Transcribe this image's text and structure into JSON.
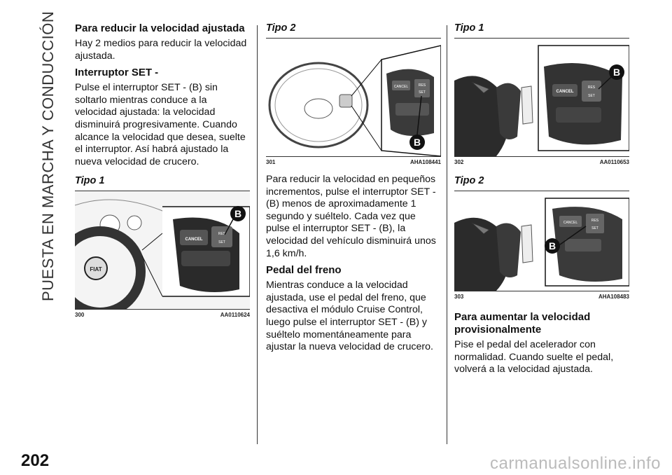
{
  "side_title": "PUESTA EN MARCHA Y CONDUCCIÓN",
  "page_number": "202",
  "watermark": "carmanualsonline.info",
  "col1": {
    "heading": "Para reducir la velocidad ajustada",
    "intro": "Hay 2 medios para reducir la velocidad ajustada.",
    "subheading": "Interruptor SET -",
    "body": "Pulse el interruptor SET - (B) sin soltarlo mientras conduce a la velocidad ajustada: la velocidad disminuirá progresivamente. Cuando alcance la velocidad que desea, suelte el interruptor. Así habrá ajustado la nueva velocidad de crucero.",
    "tipo": "Tipo 1",
    "figure": {
      "number": "300",
      "code": "AA0110624",
      "label_b": "B",
      "cancel": "CANCEL",
      "set": "SET",
      "res": "RES"
    }
  },
  "col2": {
    "tipo": "Tipo 2",
    "figure": {
      "number": "301",
      "code": "AHA108441",
      "label_b": "B",
      "cancel": "CANCEL",
      "set": "SET",
      "res": "RES"
    },
    "body1": "Para reducir la velocidad en pequeños incrementos, pulse el interruptor SET - (B) menos de aproximadamente 1 segundo y suéltelo. Cada vez que pulse el interruptor SET - (B), la velocidad del vehículo disminuirá unos 1,6 km/h.",
    "heading2": "Pedal del freno",
    "body2": "Mientras conduce a la velocidad ajustada, use el pedal del freno, que desactiva el módulo Cruise Control, luego pulse el interruptor SET - (B) y suéltelo momentáneamente para ajustar la nueva velocidad de crucero."
  },
  "col3": {
    "tipo1": "Tipo 1",
    "figure1": {
      "number": "302",
      "code": "AA0110653",
      "label_b": "B",
      "cancel": "CANCEL",
      "set": "SET",
      "res": "RES"
    },
    "tipo2": "Tipo 2",
    "figure2": {
      "number": "303",
      "code": "AHA108483",
      "label_b": "B",
      "cancel": "CANCEL",
      "set": "SET",
      "res": "RES"
    },
    "heading": "Para aumentar la velocidad provisionalmente",
    "body": "Pise el pedal del acelerador con normalidad. Cuando suelte el pedal, volverá a la velocidad ajustada."
  }
}
